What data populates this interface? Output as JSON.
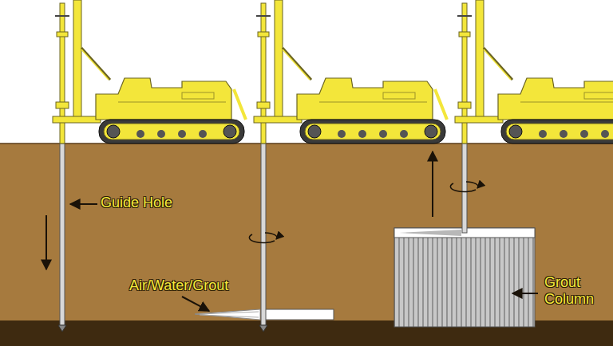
{
  "diagram": {
    "labels": [
      "Guide Hole",
      "Air/Water/Grout",
      "Grout Column"
    ]
  }
}
